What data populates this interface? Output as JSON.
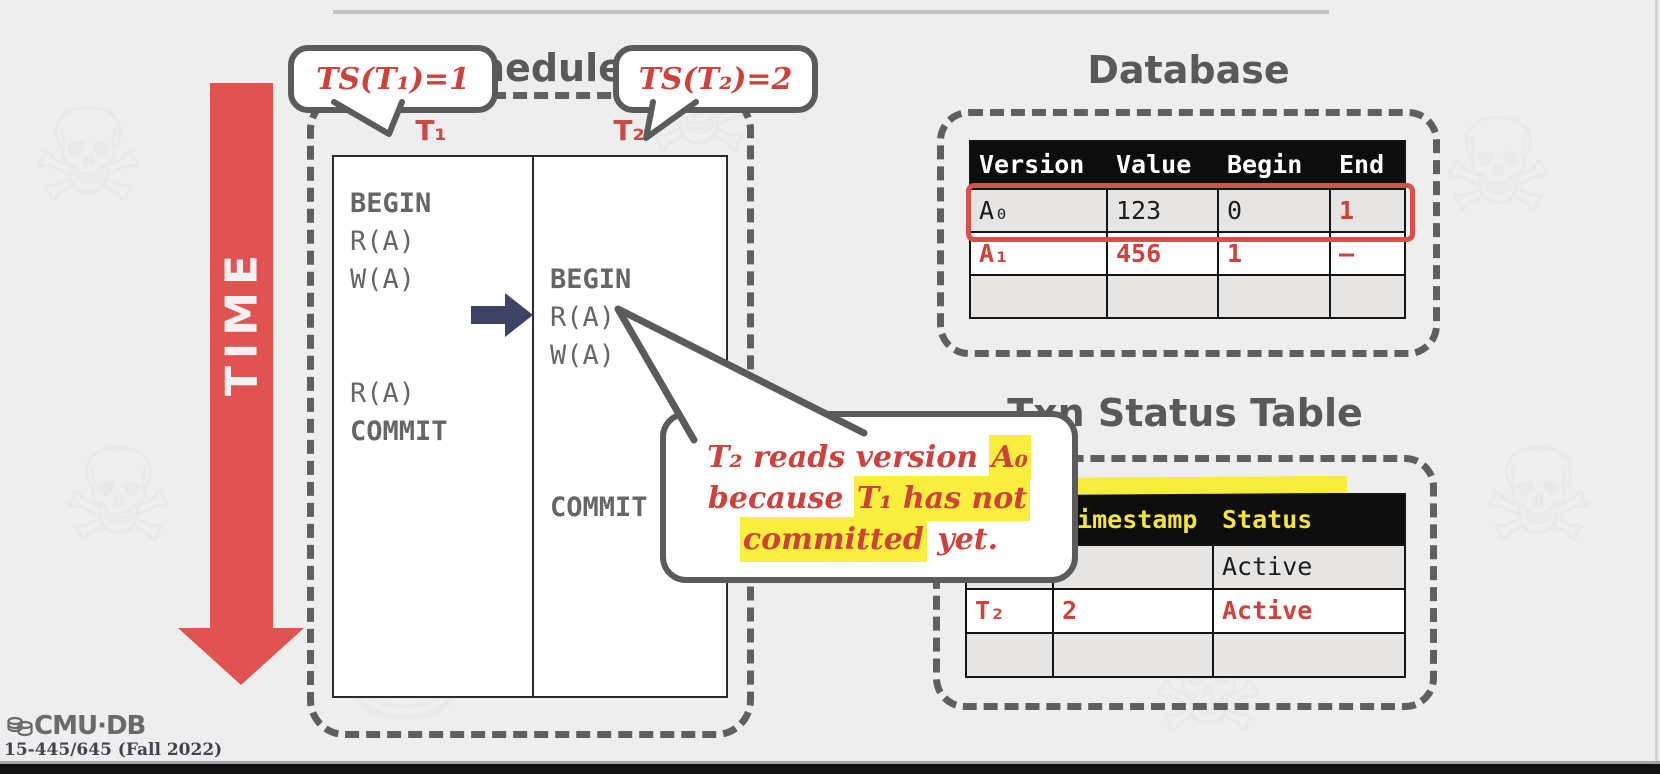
{
  "time_axis": {
    "label": "TIME"
  },
  "schedule": {
    "title": "Schedule",
    "ts_bubble_1": "TS(T₁)=1",
    "ts_bubble_2": "TS(T₂)=2",
    "t1_label": "T₁",
    "t2_label": "T₂",
    "t1_ops": [
      "BEGIN",
      "R(A)",
      "W(A)",
      "",
      "",
      "R(A)",
      "COMMIT"
    ],
    "t2_ops": [
      "",
      "",
      "BEGIN",
      "R(A)",
      "W(A)",
      "",
      "",
      "",
      "COMMIT"
    ]
  },
  "database": {
    "title": "Database",
    "headers": [
      "Version",
      "Value",
      "Begin",
      "End"
    ],
    "rows": [
      [
        "A₀",
        "123",
        "0",
        "1"
      ],
      [
        "A₁",
        "456",
        "1",
        "–"
      ],
      [
        "",
        "",
        "",
        ""
      ]
    ]
  },
  "txn_status": {
    "title": "Txn Status Table",
    "headers": [
      "",
      "Timestamp",
      "Status"
    ],
    "rows": [
      [
        "",
        "",
        "Active"
      ],
      [
        "T₂",
        "2",
        "Active"
      ],
      [
        "",
        "",
        ""
      ]
    ]
  },
  "callout": {
    "lines": [
      {
        "pre": "T₂ reads version ",
        "hl": "A₀",
        "post": ""
      },
      {
        "pre": "because ",
        "hl": "T₁ has not",
        "post": ""
      },
      {
        "pre": "",
        "hl": "committed",
        "post": " yet."
      }
    ]
  },
  "footer": {
    "logo": "CMU·DB",
    "course": "15-445/645 (Fall 2022)"
  },
  "colors": {
    "red_text": "#cf423c",
    "arrow_red": "#e15352",
    "navy_arrow": "#3e4366",
    "highlight_yellow": "#f8ee3d",
    "header_yellow": "#f3e43c",
    "title_gray": "#595959"
  }
}
